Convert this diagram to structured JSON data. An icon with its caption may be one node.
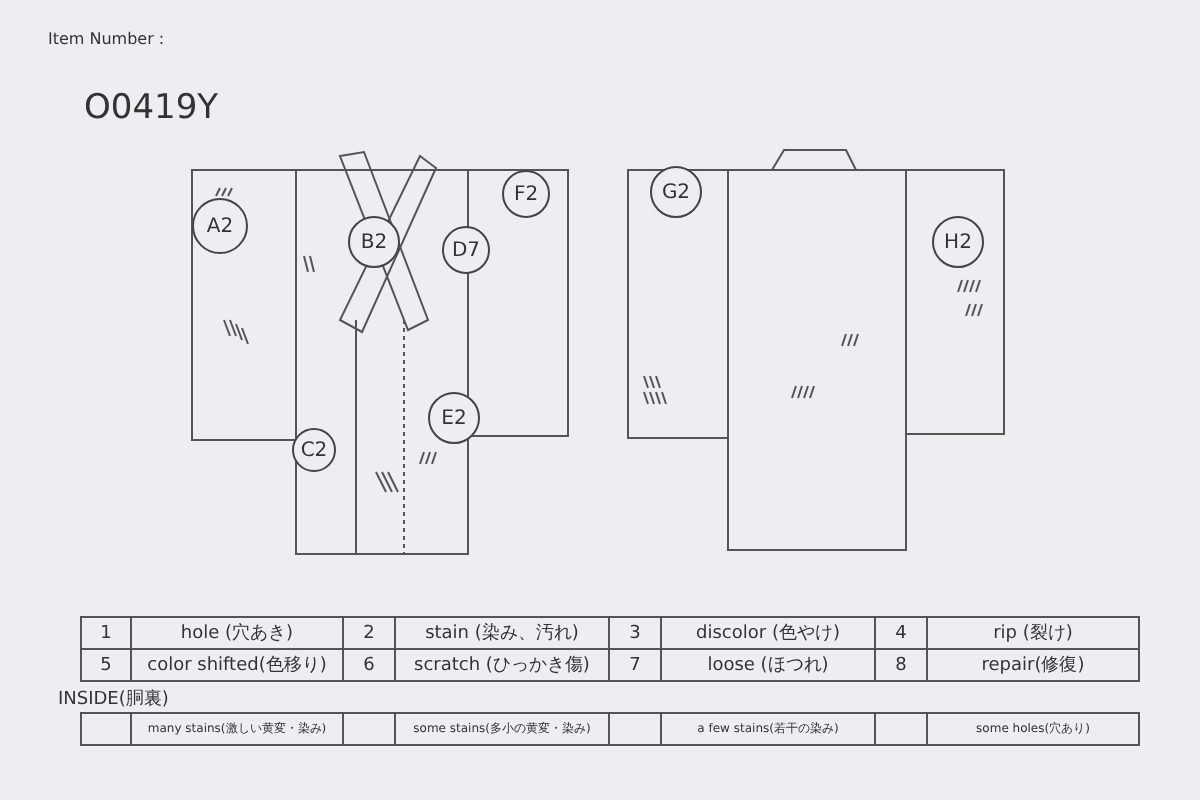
{
  "diagram": {
    "nodes": [
      {
        "text": [
          "A2"
        ]
      },
      {
        "text": [
          "B2"
        ]
      },
      {
        "text": [
          "F2"
        ]
      },
      {
        "text": [
          "D7"
        ]
      },
      {
        "text": [
          "E2"
        ]
      },
      {
        "text": [
          "C2"
        ]
      },
      {
        "text": [
          "G2"
        ]
      },
      {
        "text": [
          "H2"
        ]
      }
    ],
    "labels": [
      "Item Number :",
      "O0419Y",
      "1",
      "hole (穴あき)",
      "2",
      "stain (染み、汚れ)",
      "3",
      "discolor (色やけ)",
      "4",
      "rip (裂け)",
      "5",
      "color shifted(色移り)",
      "6",
      "scratch (ひっかき傷)",
      "7",
      "loose (ほつれ)",
      "8",
      "repair(修復)",
      "INSIDE(胴裏)",
      "many stains(激しい黄変・染み)",
      "some stains(多小の黄変・染み)",
      "a few stains(若干の染み)",
      "some holes(穴あり)"
    ]
  }
}
